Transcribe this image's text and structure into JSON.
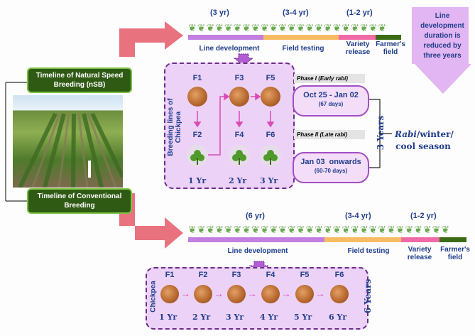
{
  "nsb": {
    "label": "Timeline of Natural Speed Breeding (nSB)",
    "durations": [
      "(3 yr)",
      "(3-4 yr)",
      "(1-2 yr)"
    ],
    "stages": [
      "Line development",
      "Field testing",
      "Variety release",
      "Farmer's field"
    ]
  },
  "conventional": {
    "label": "Timeline of Conventional Breeding",
    "durations": [
      "(6 yr)",
      "(3-4 yr)",
      "(1-2 yr)"
    ],
    "stages": [
      "Line development",
      "Field testing",
      "Variety release",
      "Farmer's field"
    ]
  },
  "callout": "Line development duration is reduced by three years",
  "breeding_box": {
    "side_label": "Breeding lines of Chickpea",
    "gens_top": [
      "F1",
      "F3",
      "F5"
    ],
    "gens_bottom": [
      "F2",
      "F4",
      "F6"
    ],
    "years": [
      "1 Yr",
      "2 Yr",
      "3 Yr"
    ],
    "phase1": "Phase I (Early rabi)",
    "phase2": "Phase II (Late rabi)"
  },
  "window1": {
    "dates": "Oct 25 - Jan 02",
    "days": "(67 days)"
  },
  "window2": {
    "dates": "Jan 03  onwards",
    "days": "(60-70 days)"
  },
  "three_years": "3 Years",
  "season": {
    "rabi": "Rabi",
    "rest": "/winter/",
    "line2": "cool season"
  },
  "conv_box": {
    "side_label": "Chickpea",
    "gens": [
      "F1",
      "F2",
      "F3",
      "F4",
      "F5",
      "F6"
    ],
    "years": [
      "1 Yr",
      "2 Yr",
      "3 Yr",
      "4 Yr",
      "5 Yr",
      "6 Yr"
    ],
    "total": "6 Years"
  },
  "colors": {
    "line_dev": "#c27ee0",
    "field": "#f7bc63",
    "release": "#f06ba6",
    "farmer": "#3b6b17",
    "arrow": "#e8737e",
    "callout": "#e2b6f2"
  }
}
